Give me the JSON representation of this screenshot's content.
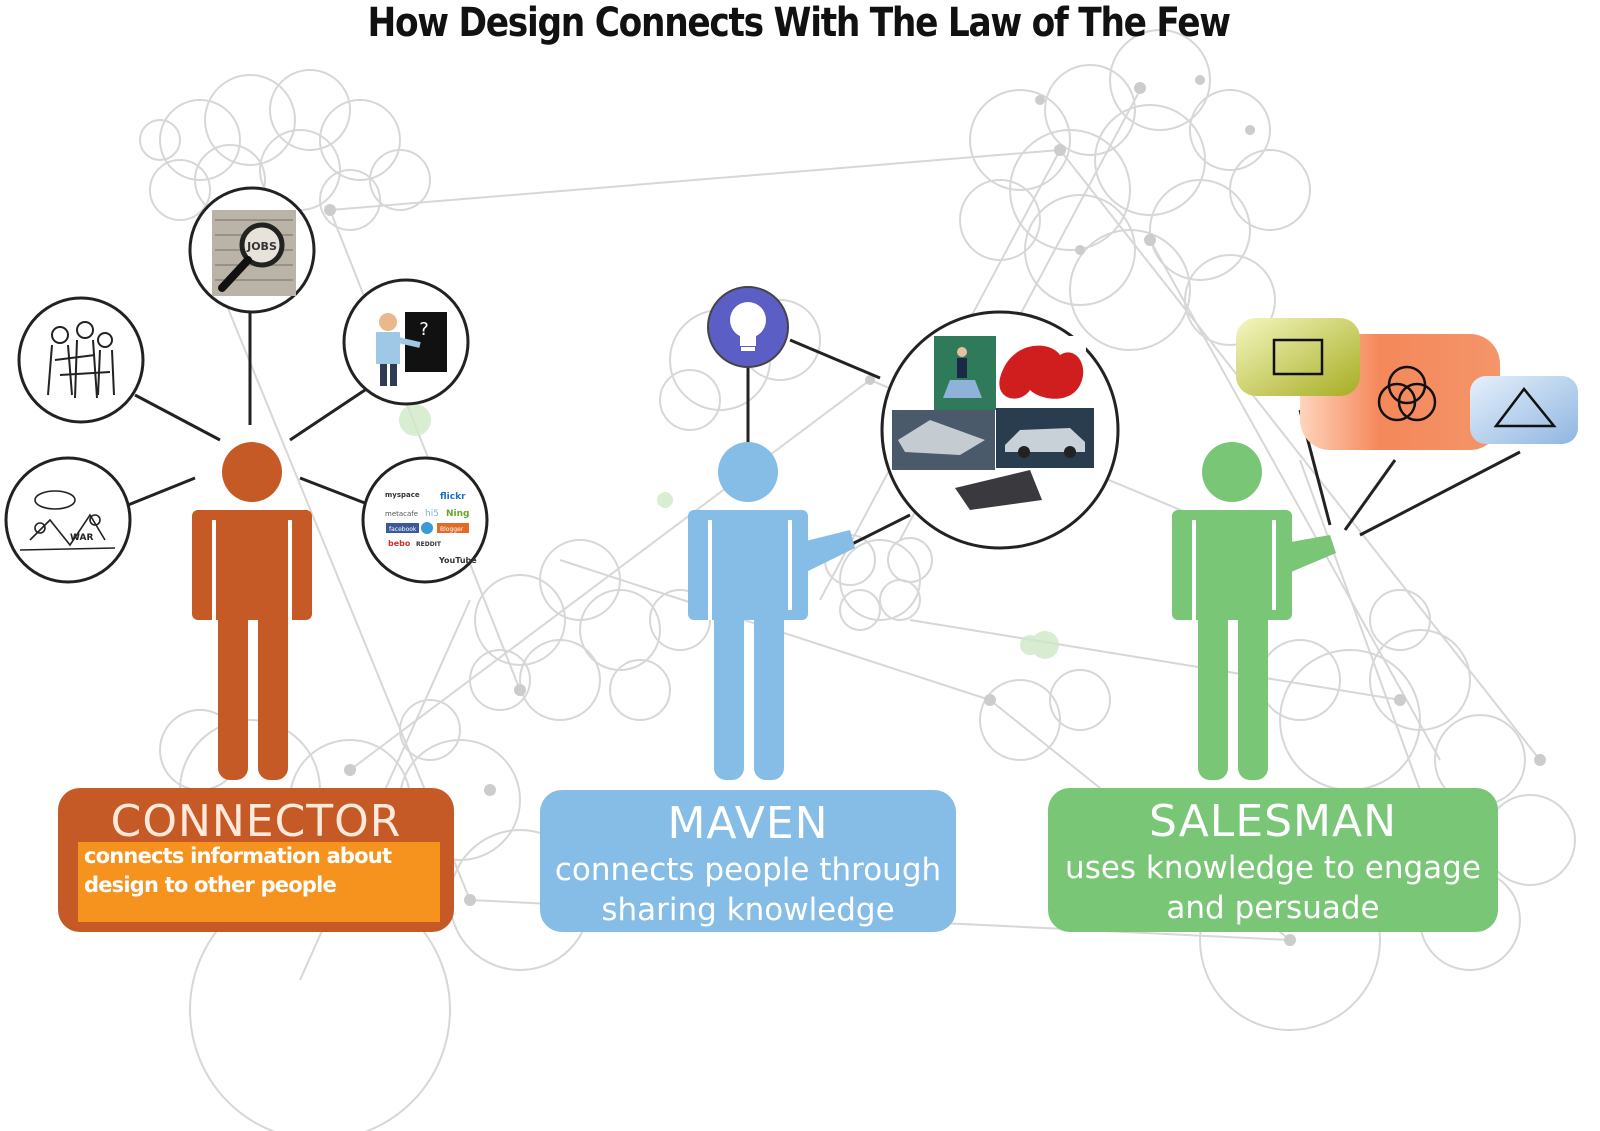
{
  "title": "How Design Connects  With The Law of The Few",
  "colors": {
    "connector": "#c55a26",
    "connector_desc_bg": "#f6921e",
    "maven": "#86bde6",
    "salesman": "#78c676",
    "network": "#d5d5d5"
  },
  "connector": {
    "heading": "CONNECTOR",
    "description": "connects information about design to other people",
    "icons": [
      "crowd-sketch-icon",
      "jobs-magnifier-icon",
      "teacher-board-icon",
      "war-cartoon-icon",
      "social-media-logos-icon"
    ],
    "logos": [
      "myspace",
      "flickr",
      "metacafe",
      "hi5",
      "Ning",
      "facebook",
      "StumbleUpon",
      "Blogger",
      "bebo",
      "REDDIT",
      "YouTube"
    ]
  },
  "maven": {
    "heading": "MAVEN",
    "description_line1": "connects people through",
    "description_line2": "sharing knowledge",
    "icons": [
      "lightbulb-icon",
      "design-products-collage-icon"
    ]
  },
  "salesman": {
    "heading": "SALESMAN",
    "description_line1": "uses knowledge to engage",
    "description_line2": "and persuade",
    "icons": [
      "square-shape-icon",
      "circles-shape-icon",
      "triangle-shape-icon"
    ]
  }
}
